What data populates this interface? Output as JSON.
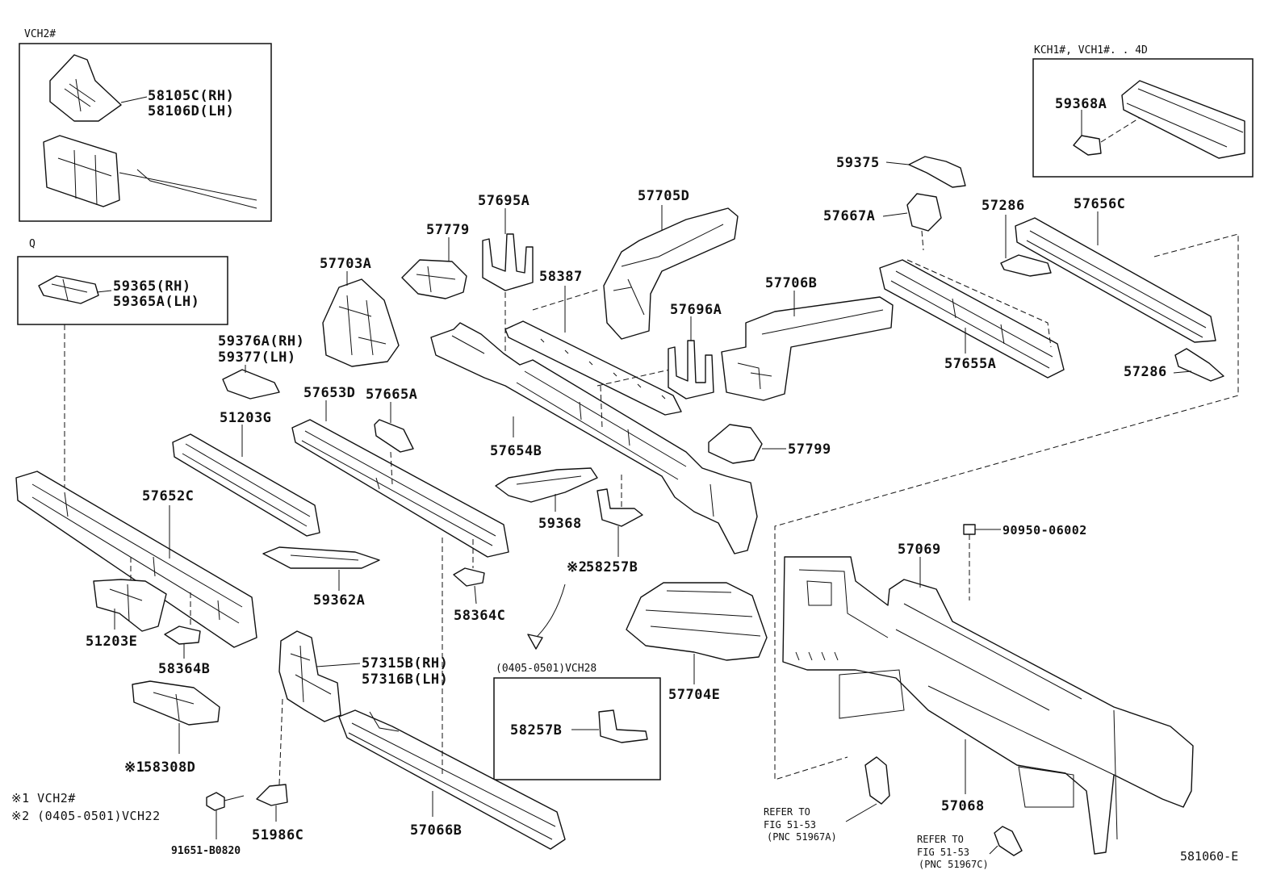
{
  "insets": {
    "vch2": {
      "title": "VCH2#",
      "label_rh": "58105C(RH)",
      "label_lh": "58106D(LH)"
    },
    "q": {
      "title": "Q",
      "label_rh": "59365(RH)",
      "label_lh": "59365A(LH)"
    },
    "kch1": {
      "title": "KCH1#, VCH1#. . 4D",
      "label": "59368A"
    },
    "vch28": {
      "title": "(0405-0501)VCH28",
      "label": "58257B"
    }
  },
  "parts": {
    "p59375": "59375",
    "p57667A": "57667A",
    "p57286a": "57286",
    "p57656C": "57656C",
    "p57655A": "57655A",
    "p57286b": "57286",
    "p57705D": "57705D",
    "p57695A": "57695A",
    "p57779": "57779",
    "p58387": "58387",
    "p57703A": "57703A",
    "p57696A": "57696A",
    "p57706B": "57706B",
    "p59376A": "59376A(RH)",
    "p59377": "59377(LH)",
    "p57653D": "57653D",
    "p57665A": "57665A",
    "p51203G": "51203G",
    "p57654B": "57654B",
    "p57799": "57799",
    "p57652C": "57652C",
    "p59368": "59368",
    "p58257B": "58257B",
    "p59362A": "59362A",
    "p58364C": "58364C",
    "p51203E": "51203E",
    "p58364B": "58364B",
    "p57315B": "57315B(RH)",
    "p57316B": "57316B(LH)",
    "p57069": "57069",
    "p90950": "90950-06002",
    "p57704E": "57704E",
    "p58308D": "58308D",
    "p57068": "57068",
    "p51986C": "51986C",
    "p91651": "91651-B0820",
    "p57066B": "57066B"
  },
  "marks": {
    "m1": "※1",
    "m2": "※2"
  },
  "notes": {
    "note1": "※1 VCH2#",
    "note2": "※2 (0405-0501)VCH22"
  },
  "refs": {
    "ref1": {
      "l1": "REFER TO",
      "l2": "FIG 51-53",
      "l3": "(PNC 51967A)"
    },
    "ref2": {
      "l1": "REFER TO",
      "l2": "FIG 51-53",
      "l3": "(PNC 51967C)"
    }
  },
  "figure_id": "581060-E"
}
